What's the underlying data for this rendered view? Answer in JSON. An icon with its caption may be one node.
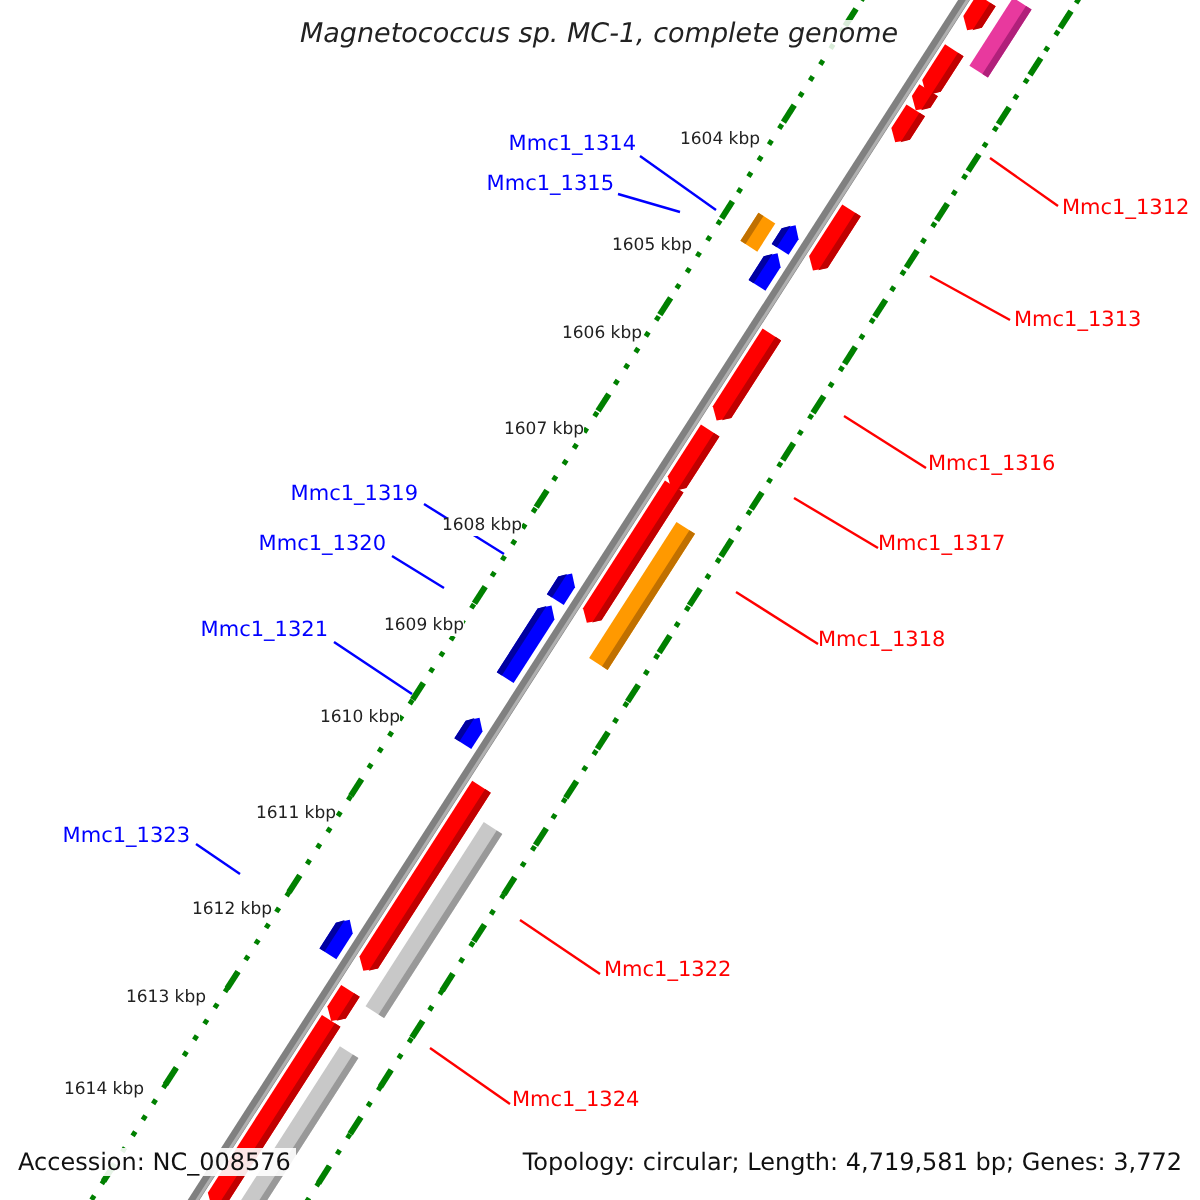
{
  "diagram": {
    "title": "Magnetococcus sp. MC-1, complete genome",
    "nodes": [
      {
        "text": [
          "Mmc1_1314"
        ]
      },
      {
        "text": [
          "Mmc1_1315"
        ]
      },
      {
        "text": [
          "Mmc1_1312"
        ]
      },
      {
        "text": [
          "Mmc1_1313"
        ]
      },
      {
        "text": [
          "Mmc1_1316"
        ]
      },
      {
        "text": [
          "Mmc1_1319"
        ]
      },
      {
        "text": [
          "Mmc1_1317"
        ]
      },
      {
        "text": [
          "Mmc1_1320"
        ]
      },
      {
        "text": [
          "Mmc1_1321"
        ]
      },
      {
        "text": [
          "Mmc1_1318"
        ]
      },
      {
        "text": [
          "Mmc1_1323"
        ]
      },
      {
        "text": [
          "Mmc1_1322"
        ]
      },
      {
        "text": [
          "Mmc1_1324"
        ]
      }
    ],
    "edges": [
      {
        "from": 0,
        "to": null,
        "arrow": "none",
        "color": "#0000ff"
      },
      {
        "from": 1,
        "to": null,
        "arrow": "none",
        "color": "#0000ff"
      },
      {
        "from": 2,
        "to": null,
        "arrow": "none"
      },
      {
        "from": 3,
        "to": null,
        "arrow": "none"
      },
      {
        "from": 4,
        "to": null,
        "arrow": "none"
      },
      {
        "from": 5,
        "to": null,
        "arrow": "none",
        "color": "#0000ff"
      },
      {
        "from": 6,
        "to": null,
        "arrow": "none"
      },
      {
        "from": 7,
        "to": null,
        "arrow": "none",
        "color": "#0000ff"
      },
      {
        "from": 8,
        "to": null,
        "arrow": "none",
        "color": "#0000ff"
      },
      {
        "from": 9,
        "to": null,
        "arrow": "none"
      },
      {
        "from": 10,
        "to": null,
        "arrow": "none",
        "color": "#0000ff"
      },
      {
        "from": 11,
        "to": null,
        "arrow": "none"
      },
      {
        "from": 12,
        "to": null,
        "arrow": "none"
      }
    ],
    "labels": [
      "1604 kbp",
      "1605 kbp",
      "1606 kbp",
      "1607 kbp",
      "1608 kbp",
      "1609 kbp",
      "1610 kbp",
      "1611 kbp",
      "1612 kbp",
      "1613 kbp",
      "1614 kbp",
      "Accession: NC_008576",
      "Topology: circular; Length: 4,719,581 bp; Genes: 3,772"
    ]
  }
}
